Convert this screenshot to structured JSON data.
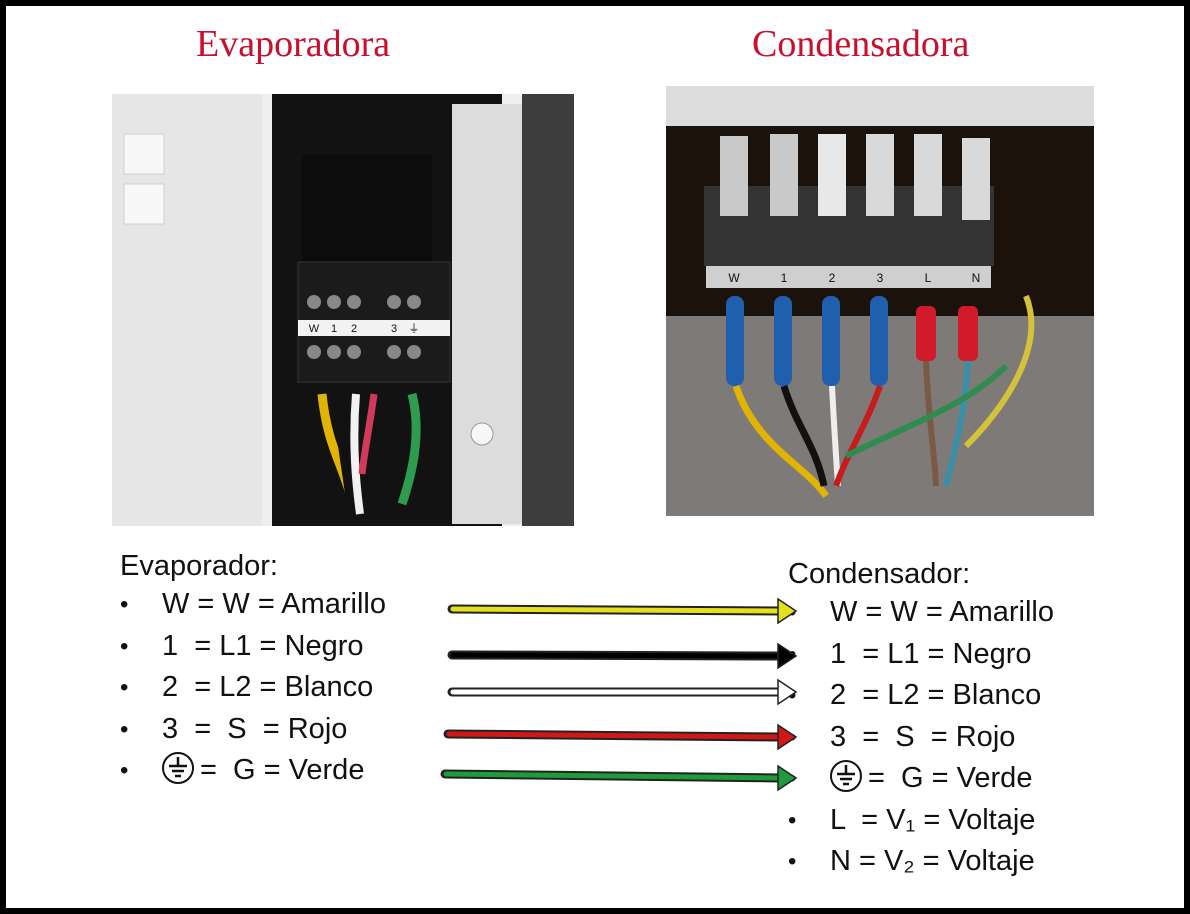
{
  "titles": {
    "left": "Evaporadora",
    "right": "Condensadora"
  },
  "evaporador": {
    "heading": "Evaporador:",
    "items": [
      "W = W = Amarillo",
      "1  = L1 = Negro",
      "2  = L2 = Blanco",
      "3  =  S  = Rojo",
      "=  G = Verde"
    ]
  },
  "condensador": {
    "heading": "Condensador:",
    "items": [
      "W = W = Amarillo",
      "1  = L1 = Negro",
      "2  = L2 = Blanco",
      "3  =  S  = Rojo",
      "=  G = Verde",
      "L  = V₁ = Voltaje",
      "N = V₂ = Voltaje"
    ]
  },
  "terminal_labels": {
    "evaporadora": [
      "W",
      "1",
      "2",
      "3",
      "⏚"
    ],
    "condensadora": [
      "W",
      "1",
      "2",
      "3",
      "L",
      "N"
    ]
  },
  "wire_colors": {
    "amarillo": "#e4e01e",
    "negro": "#000000",
    "blanco": "#ffffff",
    "rojo": "#d01818",
    "verde": "#1f9a3c"
  }
}
